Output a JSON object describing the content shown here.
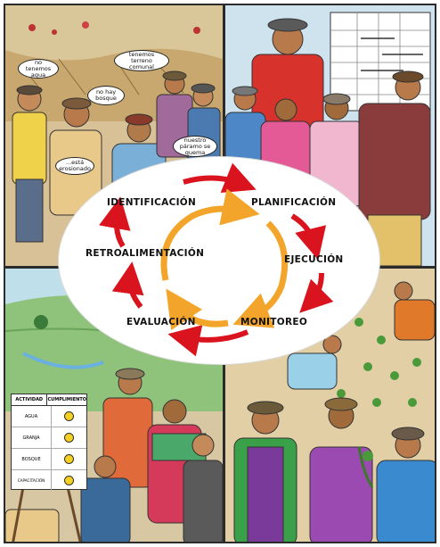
{
  "bubbles": {
    "b1": "no tenemos agua",
    "b2": "tenemos terreno comunal",
    "b3": "no hay bosque",
    "b4": "nuestro páramo se quema",
    "b5": "...está erosionado"
  },
  "cycle": {
    "identificacion": "IDENTIFICACIÓN",
    "planificacion": "PLANIFICACIÓN",
    "ejecucion": "EJECUCIÓN",
    "monitoreo": "MONITOREO",
    "evaluacion": "EVALUACIÓN",
    "retroalimentacion": "RETROALIMENTACIÓN",
    "outer_arrow_color": "#d9141e",
    "inner_arrow_color": "#f2a52a"
  },
  "board": {
    "header_left": "ACTIVIDAD",
    "header_right": "CUMPLIMIENTO",
    "rows": [
      "AGUA",
      "GRANJA",
      "BOSQUE",
      "CAPACITACIÓN"
    ]
  }
}
